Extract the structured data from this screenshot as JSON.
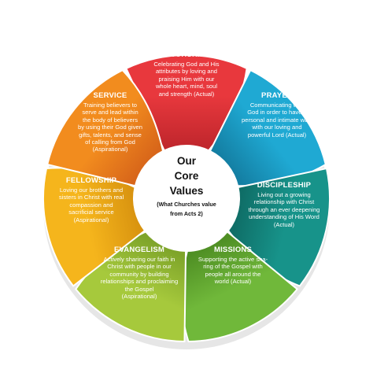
{
  "center": {
    "title_lines": [
      "Our",
      "Core",
      "Values"
    ],
    "subtitle_lines": [
      "(What Churches value",
      "from Acts 2)"
    ]
  },
  "segments": [
    {
      "title": "WORSHIP",
      "lines": [
        "Celebrating God and His",
        "attributes by loving and",
        "praising Him with our",
        "whole heart, mind, soul",
        "and strength (Actual)"
      ],
      "color": "#e8383d",
      "color_dark": "#c1272d"
    },
    {
      "title": "PRAYER",
      "lines": [
        "Communicating with",
        "God in order to have a",
        "personal and intimate walk",
        "with our loving and",
        "powerful Lord (Actual)"
      ],
      "color": "#1fa9d3",
      "color_dark": "#147fa3"
    },
    {
      "title": "DISCIPLESHIP",
      "lines": [
        "Living out a growing",
        "relationship with Christ",
        "through an ever deepening",
        "understanding of His Word",
        "(Actual)"
      ],
      "color": "#17938a",
      "color_dark": "#0f6e67"
    },
    {
      "title": "MISSIONS",
      "lines": [
        "Supporting the active sha-",
        "ring of the Gospel with",
        "people all around the",
        "world (Actual)"
      ],
      "color": "#70b83a",
      "color_dark": "#4f8f24"
    },
    {
      "title": "EVANGELISM",
      "lines": [
        "Actively sharing our faith in",
        "Christ with people in our",
        "community by building",
        "relationships and proclaiming",
        "the Gospel",
        "(Aspirational)"
      ],
      "color": "#a6c93c",
      "color_dark": "#7ea42a"
    },
    {
      "title": "FELLOWSHIP",
      "lines": [
        "Loving our brothers and",
        "sisters in Christ with real",
        "compassion and",
        "sacrificial service",
        "(Aspirational)"
      ],
      "color": "#f5b51c",
      "color_dark": "#d99410"
    },
    {
      "title": "SERVICE",
      "lines": [
        "Training believers to",
        "serve and lead within",
        "the body of believers",
        "by using their God given",
        "gifts, talents, and sense",
        "of calling from God",
        "(Aspirational)"
      ],
      "color": "#f28c1e",
      "color_dark": "#d8661a"
    }
  ]
}
